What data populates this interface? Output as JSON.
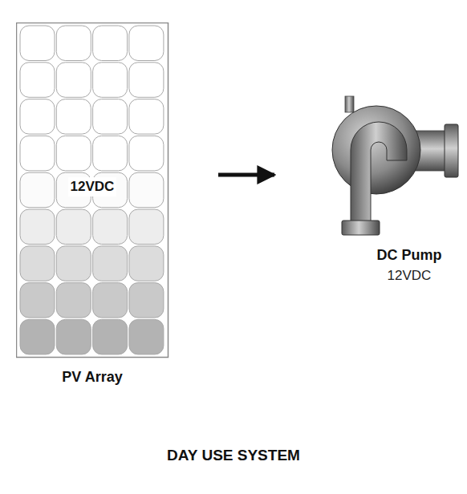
{
  "diagram": {
    "caption": "DAY USE SYSTEM",
    "nodes": [
      {
        "text": [
          "12VDC",
          "PV Array"
        ]
      },
      {
        "text": [
          "DC Pump",
          "12VDC"
        ]
      }
    ],
    "edges": [
      {
        "from": 0,
        "to": 1,
        "arrow": "to"
      }
    ]
  }
}
